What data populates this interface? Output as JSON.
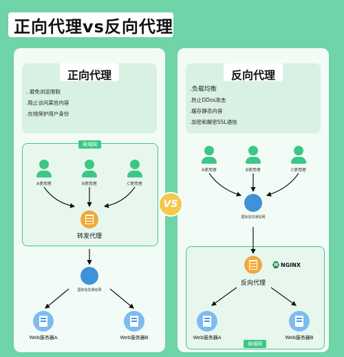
{
  "title": "正向代理vs反向代理",
  "vs": "VS",
  "left": {
    "heading": "正向代理",
    "features": [
      ". 避免浏览限制",
      ".阻止访问某些内容",
      ".在线保护用户身份"
    ],
    "lan_tag": "局域网",
    "users": [
      "A使用者",
      "B使用者",
      "C使用者"
    ],
    "proxy": "转发代理",
    "internet": "国际信息通信网",
    "servers": [
      "Web服务器A",
      "Web服务器B"
    ]
  },
  "right": {
    "heading": "反向代理",
    "features": [
      ".负载均衡",
      ".防止DDos攻击",
      ".缓存静态内容",
      ".加密和解密SSL通信"
    ],
    "lan_tag": "局域网",
    "users": [
      "A使用者",
      "B使用者",
      "C使用者"
    ],
    "internet": "国际信息通信网",
    "proxy": "反向代理",
    "nginx": "NGINX",
    "nginx_letter": "N",
    "servers": [
      "Web服务器A",
      "Web服务器B"
    ]
  },
  "colors": {
    "background": "#6fd4a8",
    "accent_green": "#3cc786",
    "proxy_orange": "#f0a93b",
    "globe_blue": "#3f92d9",
    "vs_yellow": "#f2c94c"
  }
}
